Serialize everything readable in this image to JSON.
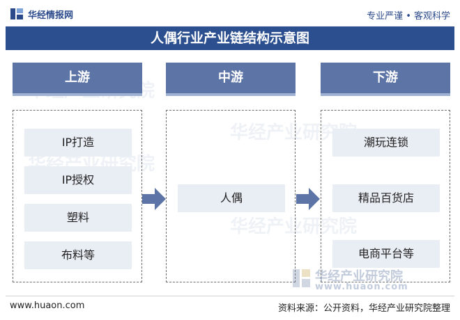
{
  "header": {
    "brand": "华经情报网",
    "slogan": "专业严谨 • 客观科学"
  },
  "title": "人偶行业产业链结构示意图",
  "columns": [
    {
      "label": "上游",
      "items": [
        "IP打造",
        "IP授权",
        "塑料",
        "布料等"
      ]
    },
    {
      "label": "中游",
      "items": [
        "人偶"
      ]
    },
    {
      "label": "下游",
      "items": [
        "潮玩连锁",
        "精品百货店",
        "电商平台等"
      ]
    }
  ],
  "watermark": {
    "text": "华经产业研究院",
    "url": "www.huaon.com"
  },
  "footer": {
    "url": "www.huaon.com",
    "source": "资料来源：公开资料，华经产业研究院整理"
  },
  "colors": {
    "title_bg": "#2c4f8f",
    "header_bg": "#5c75a6",
    "item_bg": "#e9edf4",
    "arrow": "#5c75a6"
  }
}
